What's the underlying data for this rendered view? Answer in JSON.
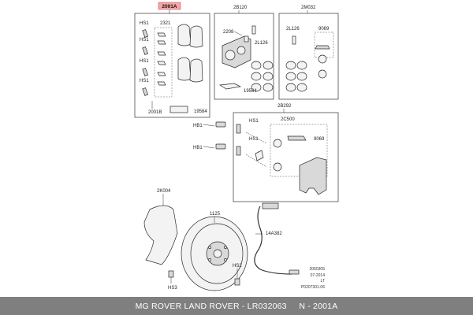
{
  "callouts": {
    "main_kit": "2001A",
    "pad_set": "2001B",
    "caliper_group": "2B120",
    "seal_group": "2M032",
    "carrier_group": "2B292",
    "pin_kit": "2C500",
    "boot_kit": "9069",
    "clip": "2321",
    "bolt_hs1": "HS1",
    "bleed": "2208",
    "valve_cap": "2L126",
    "wear_sensor_pad": "19584",
    "hb1": "HB1",
    "shield": "2K004",
    "disc": "1125",
    "sensor": "14A382",
    "hs2": "HS2",
    "hs3": "HS3"
  },
  "meta_lines": [
    "2060305",
    "07-2014",
    "LT",
    "P0207301-06"
  ],
  "footer": {
    "left": "MG ROVER LAND ROVER - LR032063",
    "right": "N - 2001A"
  },
  "colors": {
    "highlight_label_bg": "#f6a6a6",
    "footer_bg": "#7f7f7f"
  }
}
